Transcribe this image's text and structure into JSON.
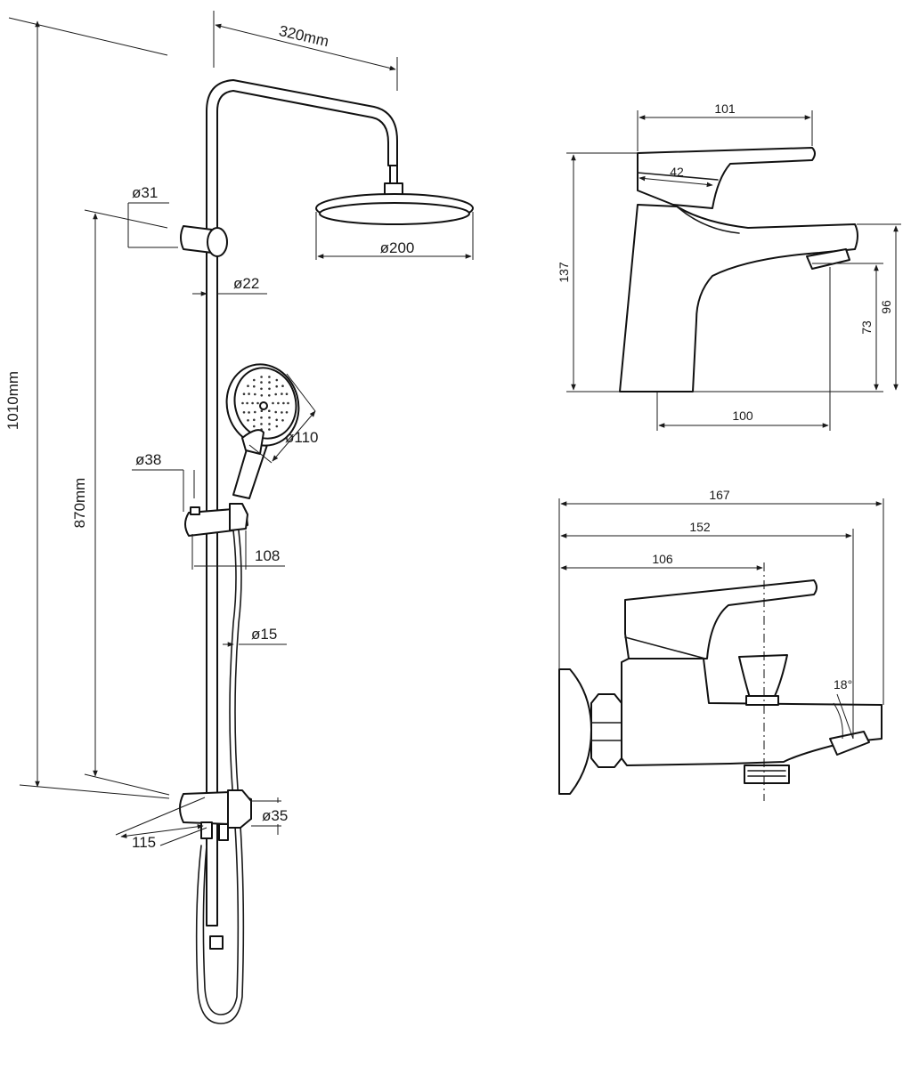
{
  "shower_system": {
    "total_height": "1010mm",
    "rail_height": "870mm",
    "arm_reach": "320mm",
    "wall_bracket_diameter": "ø31",
    "rail_diameter": "ø22",
    "head_shower_diameter": "ø200",
    "hand_shower_diameter": "ø110",
    "slider_diameter": "ø38",
    "slider_offset": "108",
    "hose_diameter": "ø15",
    "bottom_bracket_diameter": "ø35",
    "bottom_bracket_offset": "115"
  },
  "basin_mixer": {
    "top_width": "101",
    "handle_length": "42",
    "total_height": "137",
    "spout_reach": "100",
    "spout_outlet_height": "73",
    "spout_top_height": "96"
  },
  "bath_mixer": {
    "overall_length": "167",
    "spout_length": "152",
    "axis_length": "106",
    "spout_angle": "18°"
  }
}
